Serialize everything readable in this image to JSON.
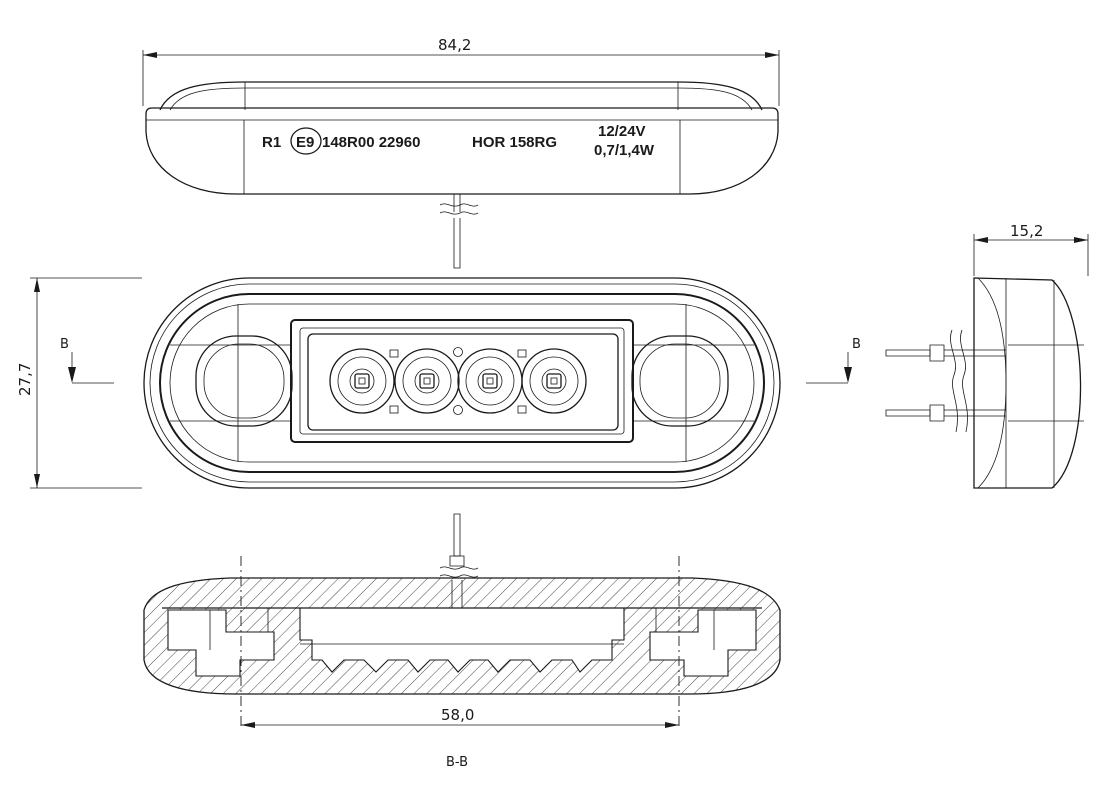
{
  "dimensions": {
    "overall_length": "84,2",
    "height": "27,7",
    "depth": "15,2",
    "mount_spacing": "58,0"
  },
  "markings": {
    "r1": "R1",
    "e9": "E9",
    "approval": "148R00 22960",
    "model": "HOR 158RG",
    "voltage": "12/24V",
    "power": "0,7/1,4W"
  },
  "section": {
    "left_marker": "B",
    "right_marker": "B",
    "caption": "B-B"
  },
  "views": {
    "led_count": 4
  }
}
